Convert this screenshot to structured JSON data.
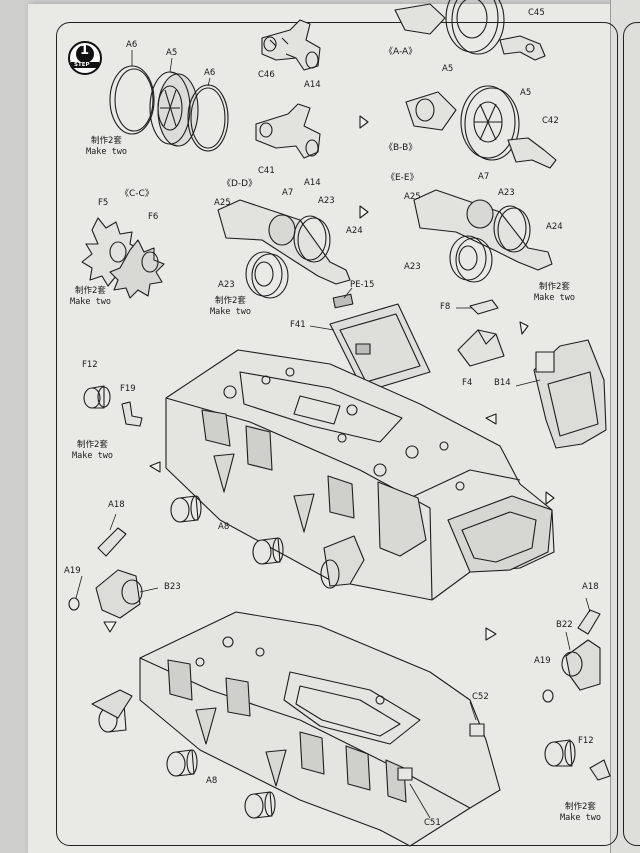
{
  "step": {
    "number": "1",
    "word": "STEP"
  },
  "subassembly_labels": [
    "《A-A》",
    "《B-B》",
    "《C-C》",
    "《D-D》",
    "《E-E》"
  ],
  "make_two": {
    "cn": "制作2套",
    "en": "Make two"
  },
  "part_labels": {
    "a6_left": "A6",
    "a5_top": "A5",
    "a6_right": "A6",
    "c46": "C46",
    "a14_top": "A14",
    "c41": "C41",
    "a14_mid": "A14",
    "a5_aa": "A5",
    "c45": "C45",
    "a5_bb": "A5",
    "c42": "C42",
    "f5": "F5",
    "f6": "F6",
    "a7_dd": "A7",
    "a25_dd": "A25",
    "a23_dd_top": "A23",
    "a24_dd": "A24",
    "a23_dd_bot": "A23",
    "a7_ee": "A7",
    "a25_ee": "A25",
    "a23_ee_top": "A23",
    "a24_ee": "A24",
    "a23_ee_bot": "A23",
    "pe15": "PE-15",
    "f41": "F41",
    "f8": "F8",
    "f4": "F4",
    "b14": "B14",
    "f12_left": "F12",
    "f19": "F19",
    "a18_left": "A18",
    "a8_upper": "A8",
    "a19_left": "A19",
    "b23": "B23",
    "a18_right": "A18",
    "b22": "B22",
    "a19_right": "A19",
    "c52": "C52",
    "a8_lower": "A8",
    "f12_right": "F12",
    "c51": "C51"
  },
  "colors": {
    "line": "#1e1e1e",
    "paper": "#e9e9e6",
    "shade": "#bdbdb9"
  }
}
